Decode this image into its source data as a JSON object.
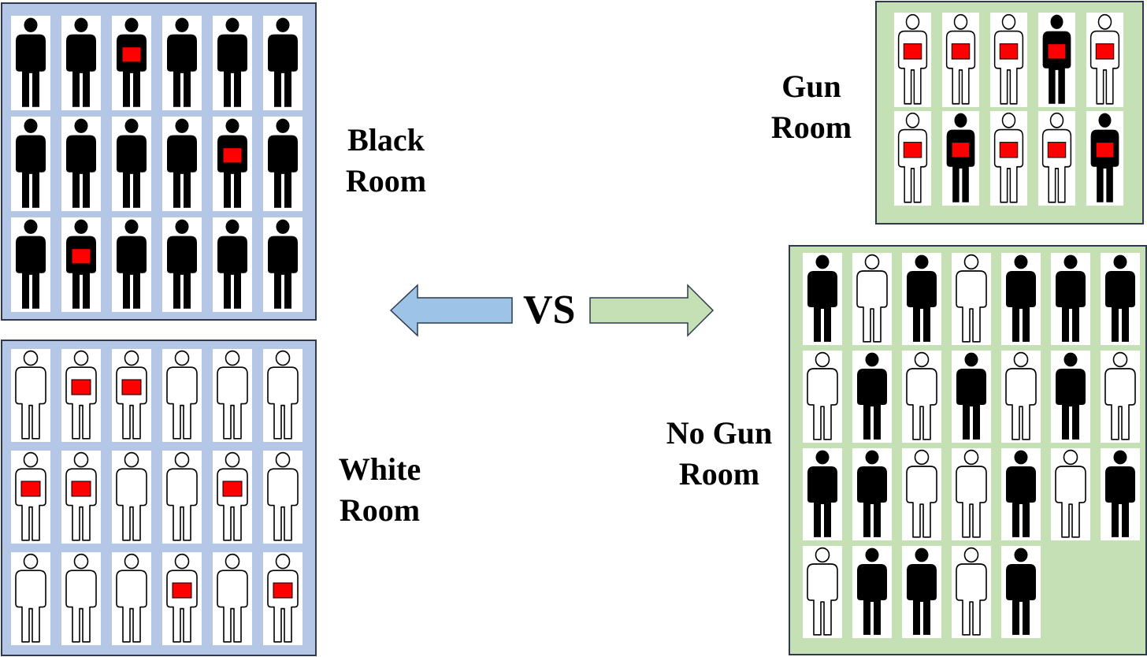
{
  "labels": {
    "black_room": [
      "Black",
      "Room"
    ],
    "white_room": [
      "White",
      "Room"
    ],
    "gun_room": [
      "Gun",
      "Room"
    ],
    "no_gun_room": [
      "No Gun",
      "Room"
    ],
    "vs": "VS"
  },
  "colors": {
    "race_panel_bg": "#b4c7e7",
    "gun_panel_bg": "#c5e0b4",
    "left_arrow": "#9dc3e6",
    "right_arrow": "#c5e0b4",
    "gun_marker": "#ff0000",
    "panel_border": "#2f3a4e"
  },
  "rooms": {
    "black_room": {
      "rows": [
        [
          "black",
          "black",
          "black-gun",
          "black",
          "black",
          "black"
        ],
        [
          "black",
          "black",
          "black",
          "black",
          "black-gun",
          "black"
        ],
        [
          "black",
          "black-gun",
          "black",
          "black",
          "black",
          "black"
        ]
      ]
    },
    "white_room": {
      "rows": [
        [
          "white",
          "white-gun",
          "white-gun",
          "white",
          "white",
          "white"
        ],
        [
          "white-gun",
          "white-gun",
          "white",
          "white",
          "white-gun",
          "white"
        ],
        [
          "white",
          "white",
          "white",
          "white-gun",
          "white",
          "white-gun"
        ]
      ]
    },
    "gun_room": {
      "rows": [
        [
          "white-gun",
          "white-gun",
          "white-gun",
          "black-gun",
          "white-gun"
        ],
        [
          "white-gun",
          "black-gun",
          "white-gun",
          "white-gun",
          "black-gun"
        ]
      ]
    },
    "no_gun_room": {
      "rows": [
        [
          "black",
          "white",
          "black",
          "white",
          "black",
          "black",
          "black"
        ],
        [
          "white",
          "black",
          "white",
          "black",
          "white",
          "black",
          "white"
        ],
        [
          "black",
          "black",
          "white",
          "white",
          "black",
          "white",
          "black"
        ],
        [
          "white",
          "black",
          "black",
          "white",
          "black"
        ]
      ]
    }
  }
}
